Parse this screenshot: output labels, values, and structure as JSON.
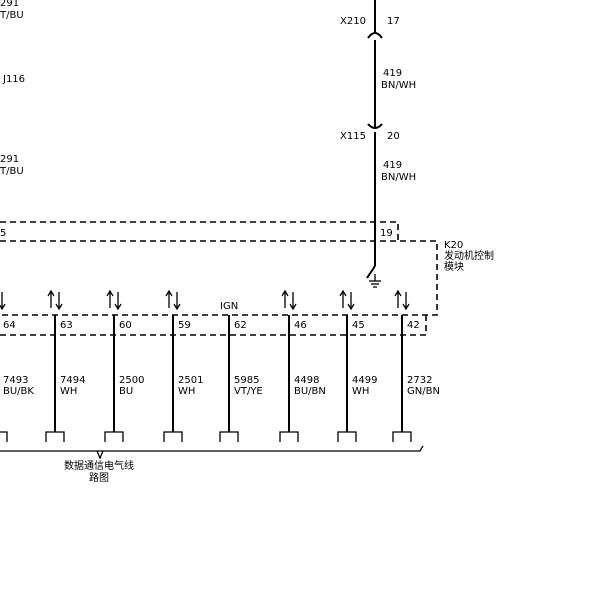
{
  "top_left_labels": [
    {
      "id": "a",
      "text": "291"
    },
    {
      "id": "b",
      "text": "T/BU"
    },
    {
      "id": "c",
      "text": "J116"
    },
    {
      "id": "d",
      "text": "291"
    },
    {
      "id": "e",
      "text": "T/BU"
    },
    {
      "id": "f",
      "text": "5"
    }
  ],
  "vertical_wire": {
    "conn1_name": "X210",
    "conn1_pin": "17",
    "seg1_num": "419",
    "seg1_color": "BN/WH",
    "conn2_name": "X115",
    "conn2_pin": "20",
    "seg2_num": "419",
    "seg2_color": "BN/WH",
    "pin_in_module": "19"
  },
  "module": {
    "id": "K20",
    "name_line1": "发动机控制",
    "name_line2": "模块",
    "ign_label": "IGN"
  },
  "pins": [
    {
      "pin": "64",
      "wire": "7493",
      "color": "BU/BK",
      "arrows": true
    },
    {
      "pin": "63",
      "wire": "7494",
      "color": "WH",
      "arrows": true
    },
    {
      "pin": "60",
      "wire": "2500",
      "color": "BU",
      "arrows": true
    },
    {
      "pin": "59",
      "wire": "2501",
      "color": "WH",
      "arrows": true
    },
    {
      "pin": "62",
      "wire": "5985",
      "color": "VT/YE",
      "arrows": false
    },
    {
      "pin": "46",
      "wire": "4498",
      "color": "BU/BN",
      "arrows": true
    },
    {
      "pin": "45",
      "wire": "4499",
      "color": "WH",
      "arrows": true
    },
    {
      "pin": "42",
      "wire": "2732",
      "color": "GN/BN",
      "arrows": true
    }
  ],
  "bracket_label_line1": "数据通信电气线",
  "bracket_label_line2": "路图"
}
